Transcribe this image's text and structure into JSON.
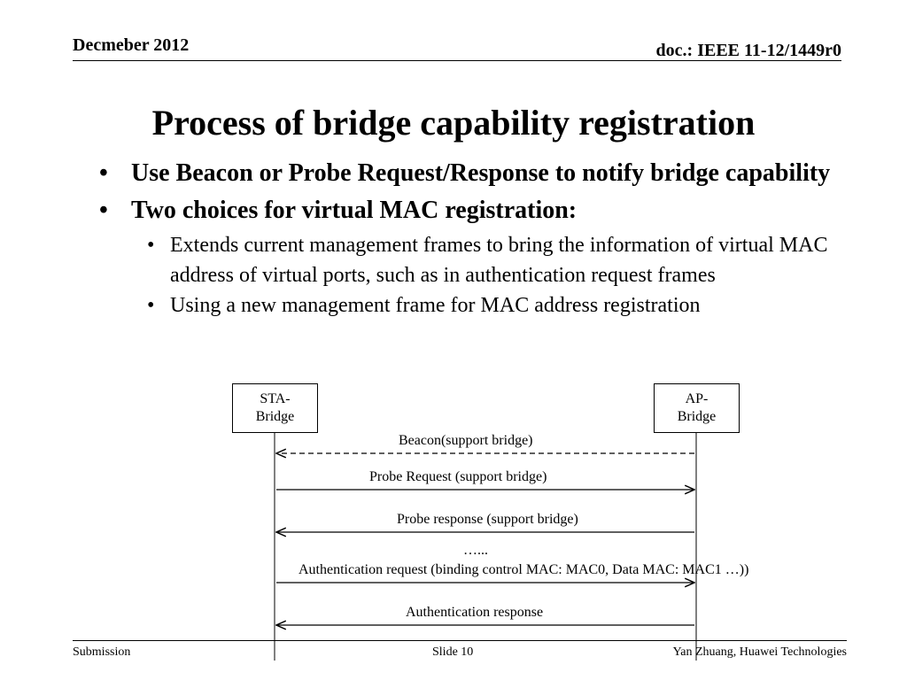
{
  "header": {
    "date": "Decmeber 2012",
    "doc_id": "doc.: IEEE 11-12/1449r0"
  },
  "slide": {
    "title": "Process of bridge capability registration",
    "bullets": [
      {
        "text": "Use Beacon or Probe Request/Response to notify bridge capability"
      },
      {
        "text": "Two choices for virtual MAC registration:"
      }
    ],
    "sub_bullets": [
      {
        "text": "Extends current management frames to bring the information of virtual MAC address of virtual ports, such as in authentication request frames"
      },
      {
        "text": "Using a new management frame for MAC address registration"
      }
    ]
  },
  "diagram": {
    "sta_line1": "STA-",
    "sta_line2": "Bridge",
    "ap_line1": "AP-",
    "ap_line2": "Bridge",
    "messages": [
      {
        "label": "Beacon(support bridge)",
        "direction": "ap-to-sta",
        "style": "dashed"
      },
      {
        "label": "Probe Request (support bridge)",
        "direction": "sta-to-ap",
        "style": "solid"
      },
      {
        "label": "Probe response (support bridge)",
        "direction": "ap-to-sta",
        "style": "solid"
      },
      {
        "label": "Authentication request (binding control MAC: MAC0, Data MAC: MAC1 …))",
        "direction": "sta-to-ap",
        "style": "solid"
      },
      {
        "label": "Authentication response",
        "direction": "ap-to-sta",
        "style": "solid"
      }
    ],
    "ellipsis": "…..."
  },
  "footer": {
    "left": "Submission",
    "center": "Slide 10",
    "right": "Yan Zhuang, Huawei Technologies"
  }
}
